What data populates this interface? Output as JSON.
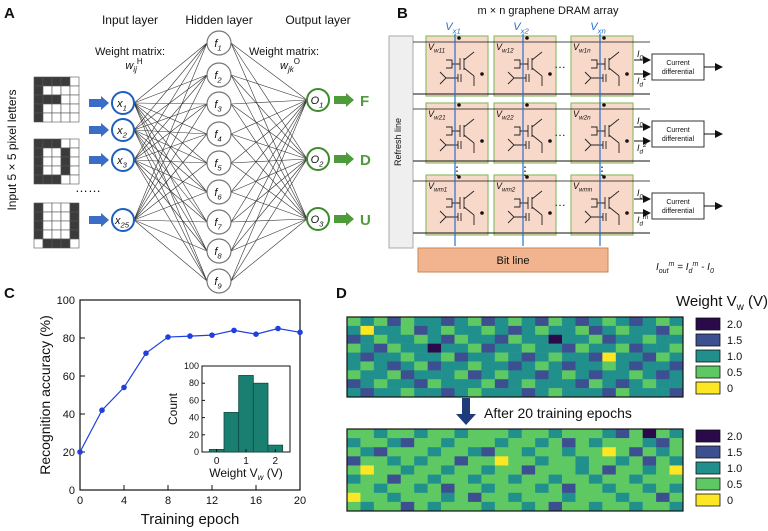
{
  "panel_a": {
    "letter": "A",
    "layers": [
      "Input layer",
      "Hidden layer",
      "Output layer"
    ],
    "side_label": "Input 5 × 5 pixel letters",
    "weight_matrix_label": "Weight matrix:",
    "w_input_hidden": {
      "base": "w",
      "sub": "ij",
      "sup": "H"
    },
    "w_hidden_output": {
      "base": "w",
      "sub": "jk",
      "sup": "O"
    },
    "input_nodes": [
      {
        "b": "x",
        "s": "1"
      },
      {
        "b": "x",
        "s": "2"
      },
      {
        "b": "x",
        "s": "3"
      },
      {
        "b": "x",
        "s": "25"
      }
    ],
    "ellipsis": "……",
    "hidden_nodes": [
      {
        "b": "f",
        "s": "1"
      },
      {
        "b": "f",
        "s": "2"
      },
      {
        "b": "f",
        "s": "3"
      },
      {
        "b": "f",
        "s": "4"
      },
      {
        "b": "f",
        "s": "5"
      },
      {
        "b": "f",
        "s": "6"
      },
      {
        "b": "f",
        "s": "7"
      },
      {
        "b": "f",
        "s": "8"
      },
      {
        "b": "f",
        "s": "9"
      }
    ],
    "output_nodes": [
      {
        "b": "O",
        "s": "1"
      },
      {
        "b": "O",
        "s": "2"
      },
      {
        "b": "O",
        "s": "3"
      }
    ],
    "output_letters": [
      "F",
      "D",
      "U"
    ],
    "pixel_letters": [
      [
        [
          1,
          1,
          1,
          1,
          0
        ],
        [
          1,
          0,
          0,
          0,
          0
        ],
        [
          1,
          1,
          1,
          0,
          0
        ],
        [
          1,
          0,
          0,
          0,
          0
        ],
        [
          1,
          0,
          0,
          0,
          0
        ]
      ],
      [
        [
          1,
          1,
          1,
          0,
          0
        ],
        [
          1,
          0,
          0,
          1,
          0
        ],
        [
          1,
          0,
          0,
          1,
          0
        ],
        [
          1,
          0,
          0,
          1,
          0
        ],
        [
          1,
          1,
          1,
          0,
          0
        ]
      ],
      [
        [
          1,
          0,
          0,
          0,
          1
        ],
        [
          1,
          0,
          0,
          0,
          1
        ],
        [
          1,
          0,
          0,
          0,
          1
        ],
        [
          1,
          0,
          0,
          0,
          1
        ],
        [
          0,
          1,
          1,
          1,
          0
        ]
      ]
    ],
    "colors": {
      "input": "#1f5fbf",
      "hidden": "#777777",
      "output": "#3e8a2e",
      "arrow_in": "#3a6cc8",
      "arrow_out": "#4f9a3a"
    }
  },
  "panel_b": {
    "letter": "B",
    "title": "m × n graphene DRAM array",
    "columns": [
      {
        "b": "V",
        "s": "x1"
      },
      {
        "b": "V",
        "s": "x2"
      },
      {
        "b": "V",
        "s": "xn"
      }
    ],
    "cells": [
      [
        {
          "b": "V",
          "s": "w11"
        },
        {
          "b": "V",
          "s": "w12"
        },
        {
          "b": "V",
          "s": "w1n"
        }
      ],
      [
        {
          "b": "V",
          "s": "w21"
        },
        {
          "b": "V",
          "s": "w22"
        },
        {
          "b": "V",
          "s": "w2n"
        }
      ],
      [
        {
          "b": "V",
          "s": "wm1"
        },
        {
          "b": "V",
          "s": "wm2"
        },
        {
          "b": "V",
          "s": "wmn"
        }
      ]
    ],
    "refresh_line": "Refresh line",
    "bit_line": "Bit line",
    "current_differential": [
      "Current",
      "differential"
    ],
    "i0": {
      "b": "I",
      "s": "0"
    },
    "id_rows": [
      {
        "b": "I",
        "s": "d",
        "sup": "1"
      },
      {
        "b": "I",
        "s": "d",
        "sup": "2"
      },
      {
        "b": "I",
        "s": "d",
        "sup": "m"
      }
    ],
    "formula": {
      "lhs": "I",
      "lhs_sub": "out",
      "lhs_sup": "m",
      "mid": " = I",
      "mid_sub": "d",
      "mid_sup": "m",
      "tail": " - I",
      "tail_sub": "0"
    },
    "dots": "…",
    "vdots": "⋮",
    "colors": {
      "cell_fill": "#f8d9c9",
      "cell_border": "#8fbf6a",
      "blue": "#2b6fd1",
      "refresh": "#eeeeee",
      "bitline": "#f2b48e"
    }
  },
  "panel_c": {
    "letter": "C",
    "chart_data": [
      {
        "type": "line",
        "xlabel": "Training epoch",
        "ylabel": "Recognition accuracy (%)",
        "x": [
          0,
          2,
          4,
          6,
          8,
          10,
          12,
          14,
          16,
          18,
          20
        ],
        "y": [
          20,
          42,
          54,
          72,
          80.5,
          81,
          81.5,
          84,
          82,
          85,
          83
        ],
        "xlim": [
          0,
          20
        ],
        "ylim": [
          0,
          100
        ],
        "xticks": [
          0,
          4,
          8,
          12,
          16,
          20
        ],
        "yticks": [
          0,
          20,
          40,
          60,
          80,
          100
        ],
        "color": "#1f3fe0",
        "grid": false
      },
      {
        "type": "bar",
        "xlabel": "Weight V",
        "xlabel_sub": "w",
        "xlabel_unit": " (V)",
        "ylabel": "Count",
        "x": [
          0,
          0.5,
          1,
          1.5,
          2
        ],
        "values": [
          3,
          46,
          89,
          80,
          8
        ],
        "xticks": [
          0,
          1,
          2
        ],
        "yticks": [
          0,
          20,
          40,
          60,
          80,
          100
        ],
        "ylim": [
          0,
          100
        ],
        "color": "#1a7f70"
      }
    ]
  },
  "panel_d": {
    "letter": "D",
    "legend_title": "Weight V",
    "legend_title_sub": "w",
    "legend_title_unit": " (V)",
    "after_label": "After 20 training epochs",
    "levels": [
      "2.0",
      "1.5",
      "1.0",
      "0.5",
      "0"
    ],
    "level_colors": {
      "2.0": "#2a0a4a",
      "1.5": "#3c4f91",
      "1.0": "#21908c",
      "0.5": "#5ec962",
      "0": "#fde725"
    },
    "chart_data": {
      "type": "heatmap",
      "rows": 9,
      "cols": 25,
      "before": [
        [
          0.5,
          1.0,
          0.5,
          1.5,
          0.5,
          1.0,
          1.0,
          1.5,
          1.0,
          0.5,
          1.5,
          1.0,
          0.5,
          1.0,
          1.5,
          0.5,
          1.0,
          1.5,
          1.0,
          0.5,
          1.0,
          1.5,
          1.0,
          0.5,
          1.0
        ],
        [
          1.0,
          0,
          1.0,
          1.0,
          0.5,
          1.5,
          1.0,
          0.5,
          1.0,
          1.0,
          0.5,
          1.0,
          1.5,
          1.0,
          0.5,
          1.0,
          1.0,
          0.5,
          1.5,
          1.0,
          0.5,
          1.0,
          1.0,
          1.5,
          0.5
        ],
        [
          1.5,
          1.0,
          0.5,
          1.0,
          1.0,
          0.5,
          1.0,
          1.5,
          0.5,
          1.0,
          1.0,
          1.5,
          0.5,
          1.0,
          1.0,
          2.0,
          1.0,
          1.0,
          0.5,
          1.5,
          1.0,
          1.0,
          0.5,
          1.0,
          1.0
        ],
        [
          0.5,
          1.0,
          1.5,
          0.5,
          1.0,
          1.0,
          2.0,
          1.0,
          1.0,
          0.5,
          1.5,
          1.0,
          1.0,
          0.5,
          1.0,
          1.0,
          1.5,
          0.5,
          1.0,
          1.0,
          0.5,
          1.5,
          1.0,
          1.0,
          0.5
        ],
        [
          1.0,
          1.5,
          1.0,
          1.0,
          0.5,
          1.0,
          1.0,
          0.5,
          1.5,
          1.0,
          1.0,
          0.5,
          1.0,
          1.5,
          1.0,
          0.5,
          1.0,
          1.0,
          1.5,
          0,
          1.0,
          1.0,
          1.5,
          0.5,
          1.0
        ],
        [
          1.0,
          0.5,
          1.0,
          1.5,
          1.0,
          0.5,
          1.5,
          1.0,
          1.0,
          0.5,
          1.0,
          1.0,
          1.5,
          1.0,
          0.5,
          1.0,
          1.5,
          1.0,
          1.0,
          0.5,
          1.0,
          1.5,
          1.0,
          1.0,
          1.5
        ],
        [
          0.5,
          1.0,
          1.0,
          0.5,
          1.5,
          1.0,
          1.0,
          1.0,
          0.5,
          1.5,
          1.0,
          0.5,
          1.0,
          1.0,
          1.5,
          1.0,
          0.5,
          1.0,
          1.5,
          1.0,
          1.0,
          0.5,
          1.0,
          1.5,
          1.0
        ],
        [
          1.5,
          1.0,
          0.5,
          1.0,
          1.0,
          1.5,
          0.5,
          1.0,
          1.0,
          1.0,
          0.5,
          1.5,
          1.0,
          0.5,
          1.0,
          1.0,
          1.0,
          1.5,
          0.5,
          1.0,
          1.5,
          1.0,
          0.5,
          1.0,
          1.0
        ],
        [
          1.0,
          1.5,
          1.0,
          1.0,
          0.5,
          1.0,
          1.0,
          1.5,
          1.0,
          0.5,
          1.0,
          1.0,
          1.0,
          1.5,
          1.0,
          0.5,
          1.0,
          1.0,
          1.0,
          1.5,
          0.5,
          1.0,
          1.0,
          1.0,
          1.5
        ]
      ],
      "after": [
        [
          0.5,
          0.5,
          1.0,
          0.5,
          0.5,
          1.0,
          0.5,
          0.5,
          1.0,
          0.5,
          0.5,
          0.5,
          1.0,
          0.5,
          0.5,
          1.0,
          0.5,
          0.5,
          0.5,
          1.0,
          1.5,
          0.5,
          2.0,
          0.5,
          1.0
        ],
        [
          1.0,
          0.5,
          0.5,
          1.0,
          1.5,
          0.5,
          0.5,
          1.0,
          0.5,
          0.5,
          0.5,
          1.0,
          0.5,
          0.5,
          1.0,
          0.5,
          1.5,
          0.5,
          1.0,
          0.5,
          0.5,
          0.5,
          1.0,
          1.5,
          0.5
        ],
        [
          0.5,
          1.0,
          1.5,
          0.5,
          0.5,
          0.5,
          1.0,
          0.5,
          0.5,
          1.0,
          1.5,
          0.5,
          0.5,
          1.0,
          0.5,
          0.5,
          1.0,
          0.5,
          0.5,
          0,
          0.5,
          1.5,
          0.5,
          1.0,
          0.5
        ],
        [
          1.5,
          0.5,
          0.5,
          1.0,
          0.5,
          1.0,
          0.5,
          0.5,
          1.5,
          0.5,
          0.5,
          0,
          0.5,
          0.5,
          1.0,
          0.5,
          0.5,
          1.0,
          0.5,
          0.5,
          1.0,
          0.5,
          1.5,
          0.5,
          1.0
        ],
        [
          0.5,
          0,
          0.5,
          0.5,
          1.0,
          0.5,
          0.5,
          1.0,
          0.5,
          0.5,
          1.0,
          0.5,
          0.5,
          1.5,
          0.5,
          0.5,
          0.5,
          1.0,
          0.5,
          1.5,
          0.5,
          0.5,
          1.0,
          0.5,
          0
        ],
        [
          1.0,
          0.5,
          0.5,
          1.5,
          0.5,
          0.5,
          1.0,
          0.5,
          0.5,
          1.0,
          0.5,
          0.5,
          1.0,
          0.5,
          0.5,
          1.0,
          0.5,
          0.5,
          1.0,
          0.5,
          0.5,
          1.0,
          0.5,
          0.5,
          0.5
        ],
        [
          0.5,
          0.5,
          1.0,
          0.5,
          0.5,
          1.0,
          0.5,
          1.5,
          0.5,
          0.5,
          1.0,
          0.5,
          0.5,
          0.5,
          1.0,
          0.5,
          1.5,
          0.5,
          0.5,
          1.0,
          0.5,
          0.5,
          1.0,
          0.5,
          1.0
        ],
        [
          0,
          0.5,
          0.5,
          1.0,
          0.5,
          0.5,
          0.5,
          1.0,
          0.5,
          1.5,
          0.5,
          0.5,
          1.0,
          0.5,
          0.5,
          0.5,
          1.0,
          0.5,
          0.5,
          0.5,
          1.0,
          0.5,
          0.5,
          1.5,
          0.5
        ],
        [
          0.5,
          1.0,
          0.5,
          0.5,
          1.5,
          0.5,
          1.0,
          0.5,
          0.5,
          0.5,
          1.0,
          0.5,
          0.5,
          1.0,
          0.5,
          1.5,
          0.5,
          0.5,
          1.0,
          0.5,
          0.5,
          1.0,
          0.5,
          0.5,
          1.0
        ]
      ]
    }
  }
}
